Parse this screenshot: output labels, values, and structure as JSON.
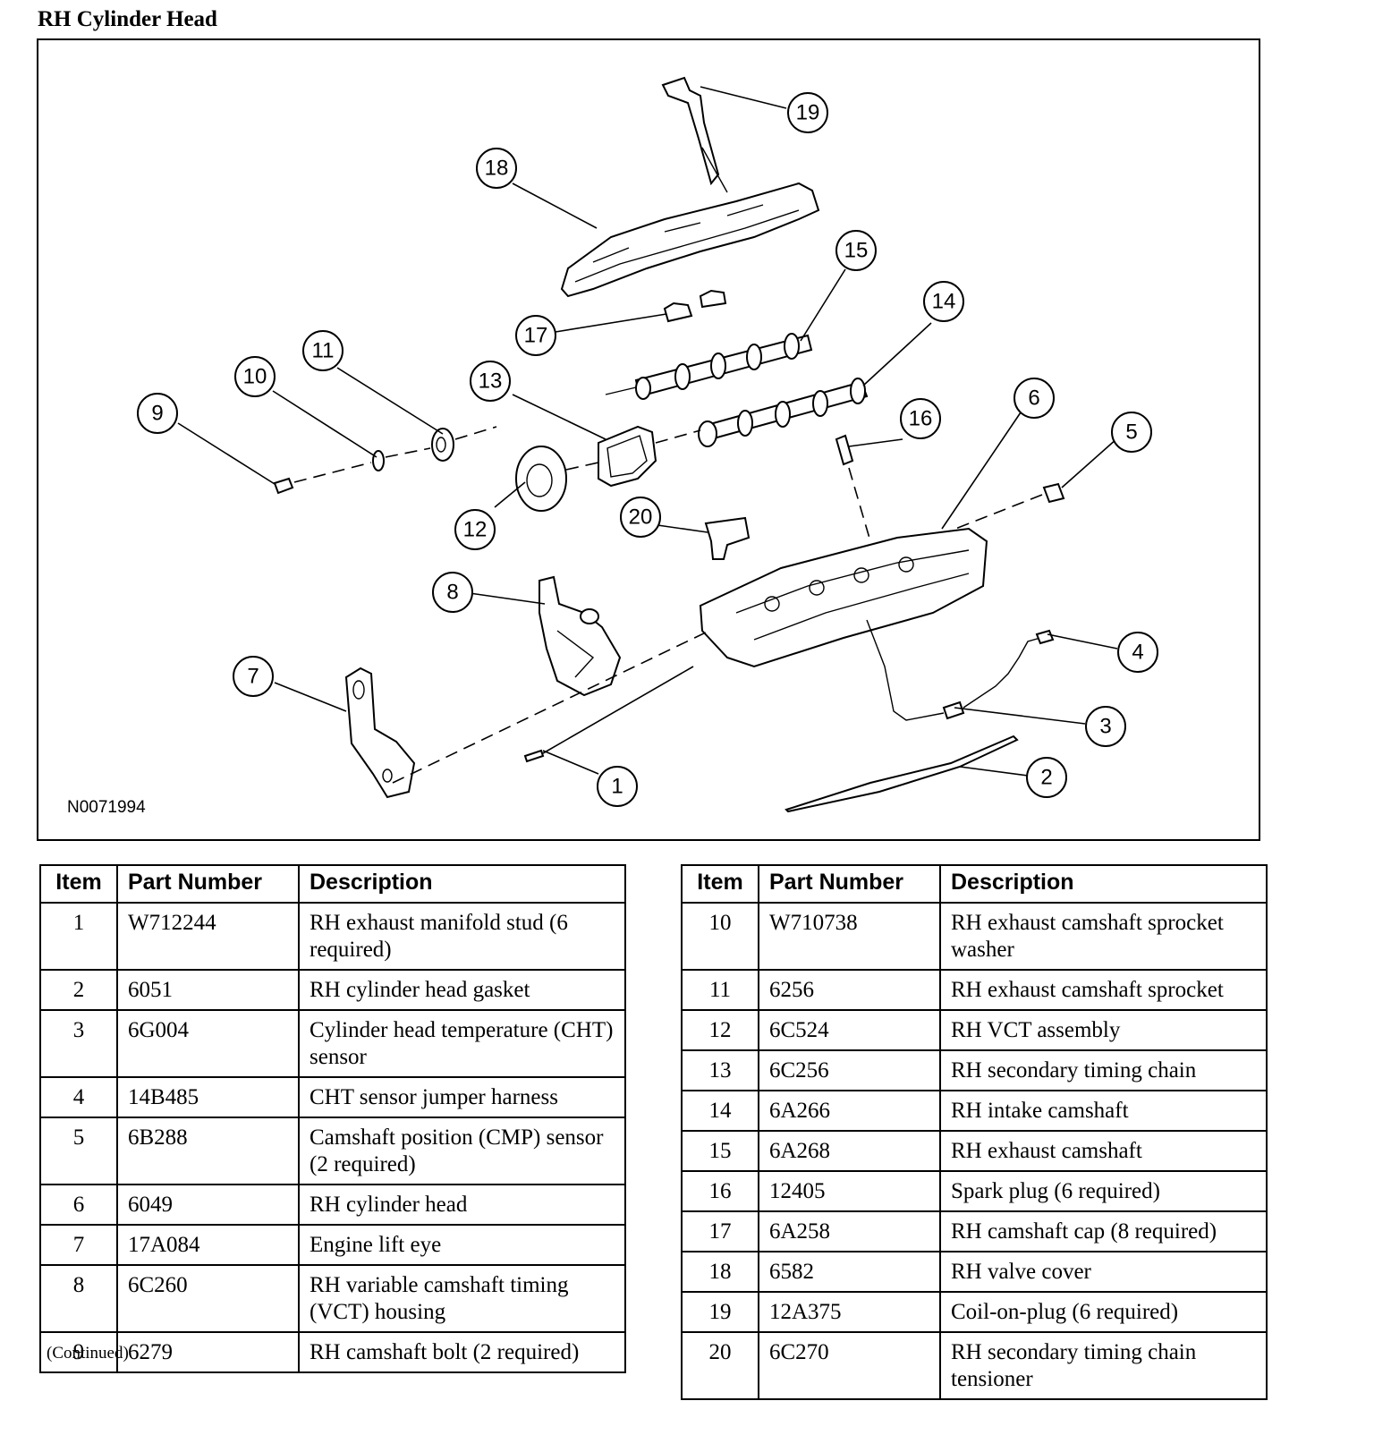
{
  "title": "RH Cylinder Head",
  "figure_id": "N0071994",
  "callout_labels": [
    "1",
    "2",
    "3",
    "4",
    "5",
    "6",
    "7",
    "8",
    "9",
    "10",
    "11",
    "12",
    "13",
    "14",
    "15",
    "16",
    "17",
    "18",
    "19",
    "20"
  ],
  "table_headers": {
    "item": "Item",
    "part_number": "Part Number",
    "description": "Description"
  },
  "parts_left": [
    {
      "item": "1",
      "part_number": "W712244",
      "description": "RH exhaust manifold stud (6 required)"
    },
    {
      "item": "2",
      "part_number": "6051",
      "description": "RH cylinder head gasket"
    },
    {
      "item": "3",
      "part_number": "6G004",
      "description": "Cylinder head temperature (CHT) sensor"
    },
    {
      "item": "4",
      "part_number": "14B485",
      "description": "CHT sensor jumper harness"
    },
    {
      "item": "5",
      "part_number": "6B288",
      "description": "Camshaft position (CMP) sensor (2 required)"
    },
    {
      "item": "6",
      "part_number": "6049",
      "description": "RH cylinder head"
    },
    {
      "item": "7",
      "part_number": "17A084",
      "description": "Engine lift eye"
    },
    {
      "item": "8",
      "part_number": "6C260",
      "description": "RH variable camshaft timing (VCT) housing"
    },
    {
      "item": "9",
      "part_number": "6279",
      "description": "RH camshaft bolt (2 required)"
    }
  ],
  "parts_right": [
    {
      "item": "10",
      "part_number": "W710738",
      "description": "RH exhaust camshaft sprocket washer"
    },
    {
      "item": "11",
      "part_number": "6256",
      "description": "RH exhaust camshaft sprocket"
    },
    {
      "item": "12",
      "part_number": "6C524",
      "description": "RH VCT assembly"
    },
    {
      "item": "13",
      "part_number": "6C256",
      "description": "RH secondary timing chain"
    },
    {
      "item": "14",
      "part_number": "6A266",
      "description": "RH intake camshaft"
    },
    {
      "item": "15",
      "part_number": "6A268",
      "description": "RH exhaust camshaft"
    },
    {
      "item": "16",
      "part_number": "12405",
      "description": "Spark plug (6 required)"
    },
    {
      "item": "17",
      "part_number": "6A258",
      "description": "RH camshaft cap (8 required)"
    },
    {
      "item": "18",
      "part_number": "6582",
      "description": "RH valve cover"
    },
    {
      "item": "19",
      "part_number": "12A375",
      "description": "Coil-on-plug (6 required)"
    },
    {
      "item": "20",
      "part_number": "6C270",
      "description": "RH secondary timing chain tensioner"
    }
  ],
  "continued_note": "(Continued)"
}
